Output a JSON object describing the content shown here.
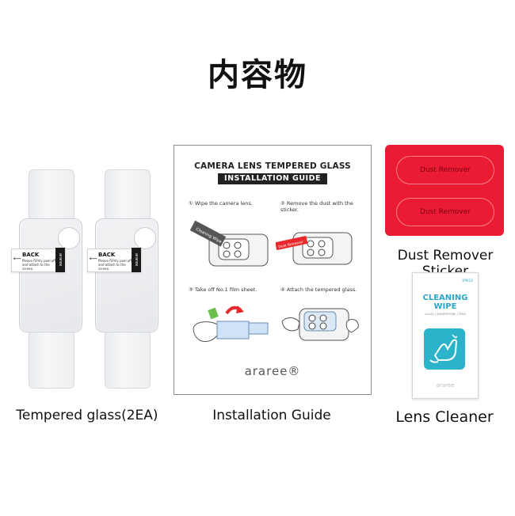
{
  "title": "内容物",
  "items": {
    "tempered_glass": {
      "caption": "Tempered glass(2EA)",
      "tab_label": "BACK",
      "tab_desc": "Please firmly peel off and attach to the screen.",
      "tab_brand": "araree",
      "tab_arrow": "⟵"
    },
    "installation_guide": {
      "caption": "Installation Guide",
      "heading": "CAMERA LENS TEMPERED GLASS",
      "subheading": "INSTALLATION GUIDE",
      "steps": [
        "① Wipe the camera lens.",
        "② Remove the dust with the sticker.",
        "③ Take off No.1 film sheet.",
        "④ Attach the tempered glass."
      ],
      "wipe_label": "Cleaning Wipe",
      "sticker_label": "Dust Remover",
      "brand": "araree®"
    },
    "dust_remover": {
      "caption": "Dust Remover Sticker",
      "oval_label_1": "Dust Remover",
      "oval_label_2": "Dust Remover"
    },
    "lens_cleaner": {
      "caption": "Lens Cleaner",
      "title_line1": "CLEANING",
      "title_line2": "WIPE",
      "subtitle": "GLASS | SMARTPHONE | LENS",
      "count": "1PIECE",
      "brand": "araree"
    }
  },
  "colors": {
    "sticker_red": "#ea1b32",
    "wipe_teal": "#2bb3c9",
    "guide_arrow": "#e8282c"
  }
}
